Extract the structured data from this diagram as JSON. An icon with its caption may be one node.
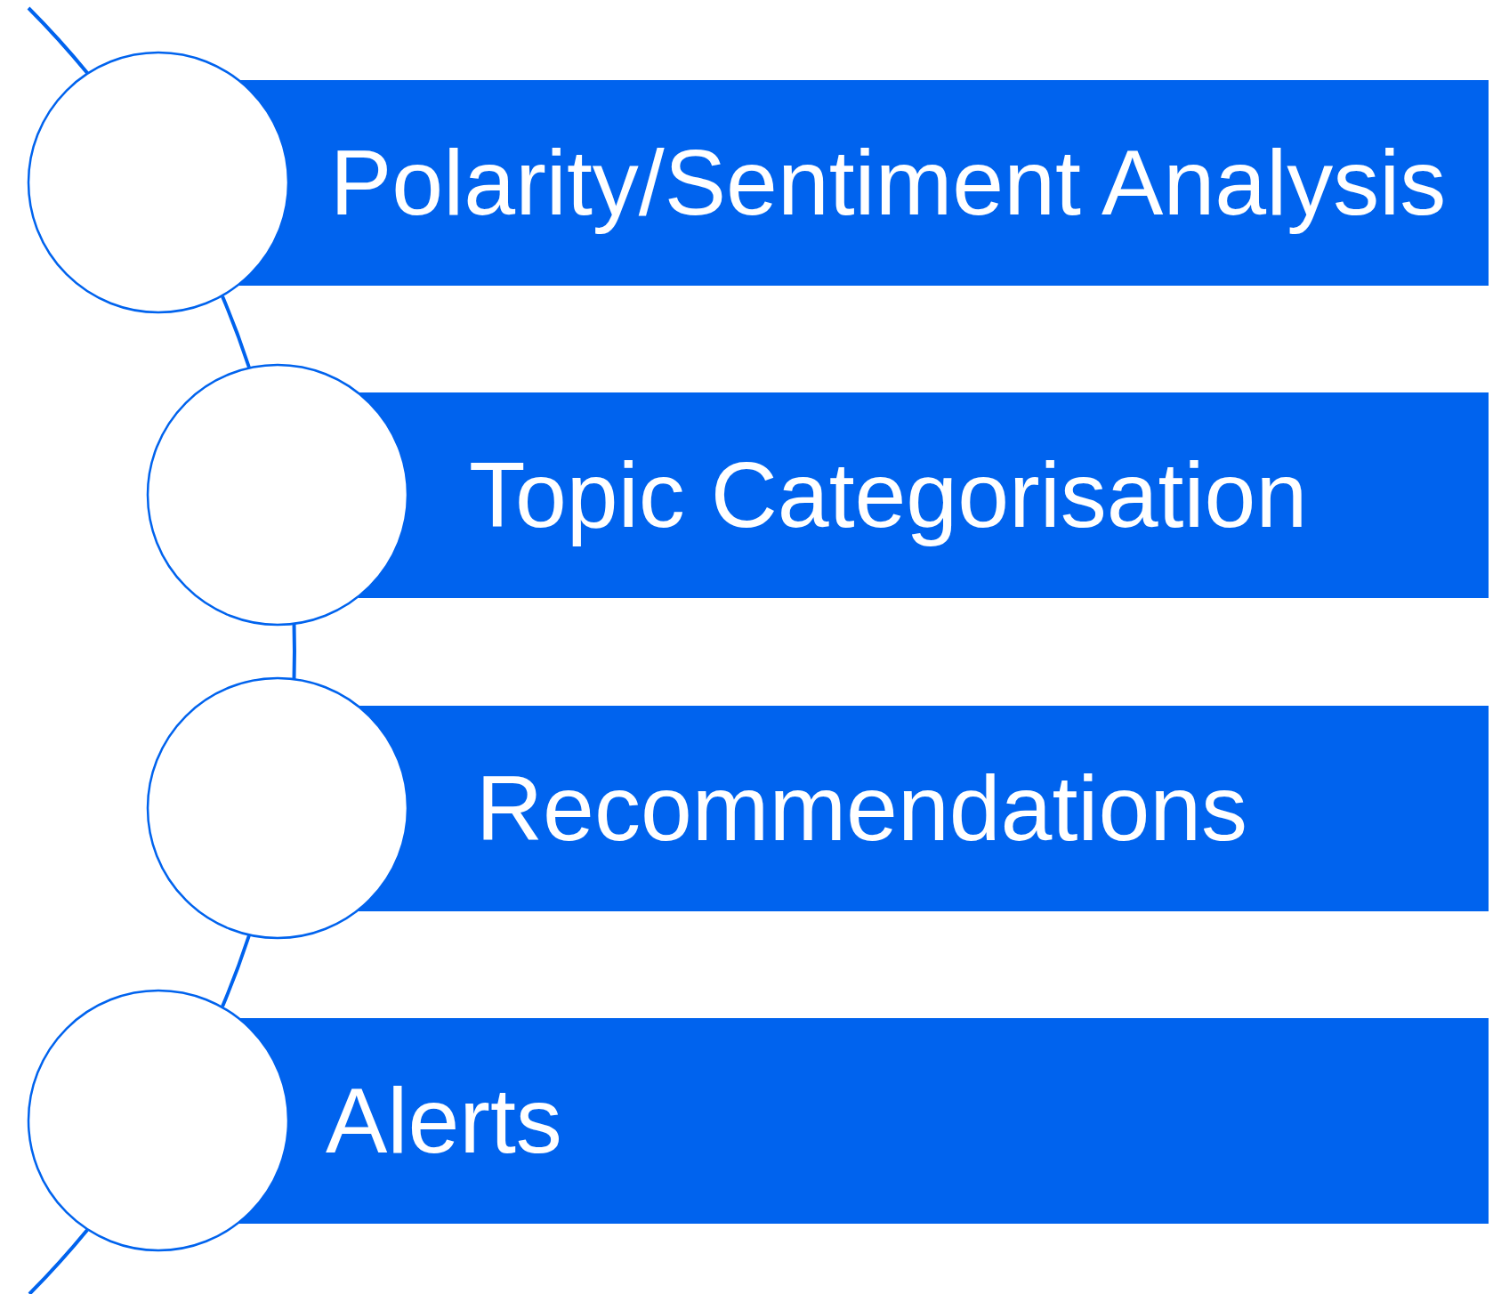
{
  "diagram": {
    "nodes": [
      {
        "text": [
          "Polarity/Sentiment Analysis"
        ]
      },
      {
        "text": [
          "Topic Categorisation"
        ]
      },
      {
        "text": [
          "Recommendations"
        ]
      },
      {
        "text": [
          "Alerts"
        ]
      },
      {
        "text": [],
        "shape": "circle"
      },
      {
        "text": [],
        "shape": "circle"
      },
      {
        "text": [],
        "shape": "circle"
      },
      {
        "text": [],
        "shape": "circle"
      }
    ],
    "edges": [
      {
        "from": null,
        "to": 4,
        "arrow": "none"
      },
      {
        "from": 4,
        "to": 5,
        "arrow": "none"
      },
      {
        "from": 5,
        "to": 6,
        "arrow": "none"
      },
      {
        "from": 6,
        "to": 7,
        "arrow": "none"
      },
      {
        "from": 7,
        "to": null,
        "arrow": "none"
      }
    ]
  }
}
